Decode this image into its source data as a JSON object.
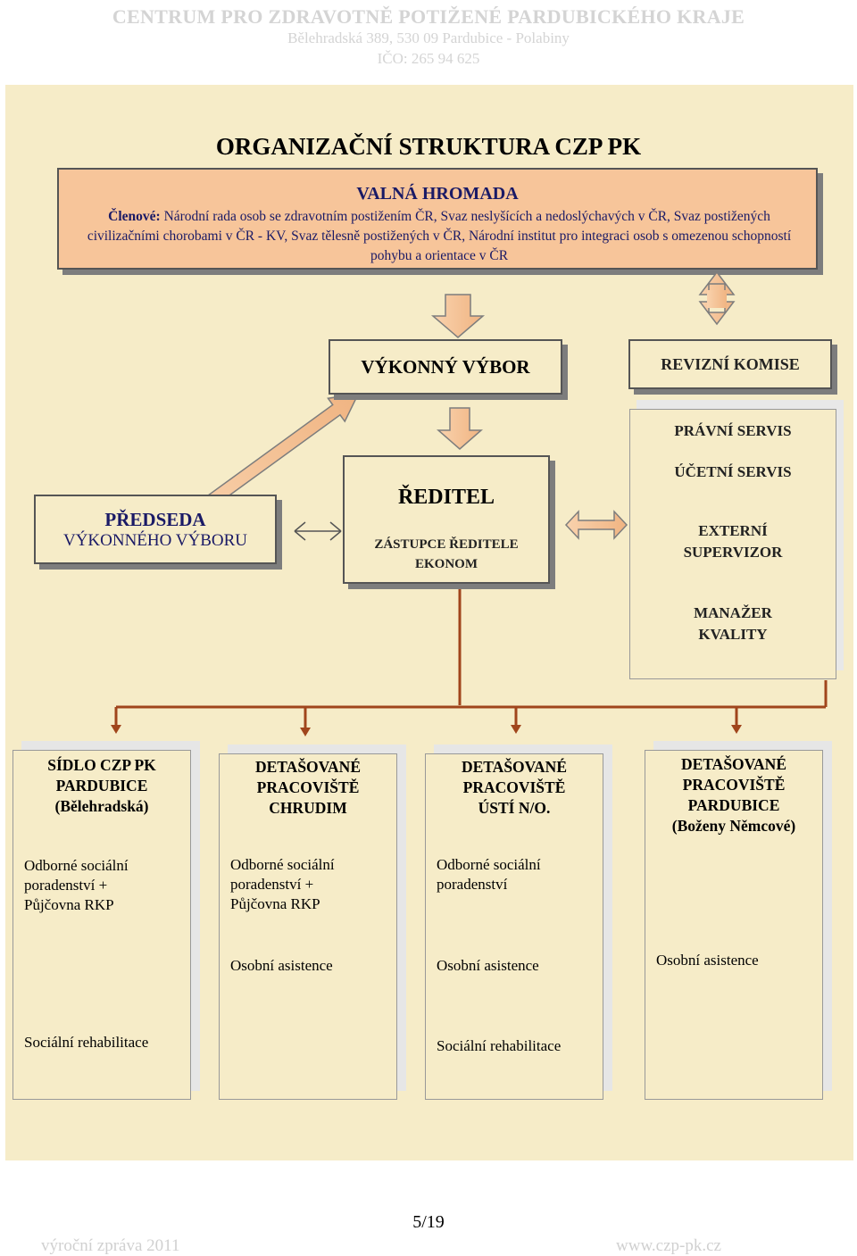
{
  "header": {
    "org": "CENTRUM PRO ZDRAVOTNĚ POTIŽENÉ PARDUBICKÉHO KRAJE",
    "address": "Bělehradská 389, 530 09 Pardubice - Polabiny",
    "ico": "IČO: 265 94 625"
  },
  "title": "ORGANIZAČNÍ STRUKTURA CZP PK",
  "valna_hromada": {
    "title": "VALNÁ HROMADA",
    "members_label": "Členové:",
    "members_text": "Národní rada osob se zdravotním postižením ČR, Svaz neslyšících a nedoslýchavých v ČR, Svaz postižených civilizačními chorobami v ČR - KV, Svaz tělesně postižených v ČR, Národní institut pro integraci osob s omezenou schopností pohybu a orientace v ČR"
  },
  "vykonny_vybor": "VÝKONNÝ VÝBOR",
  "revizni_komise": "REVIZNÍ KOMISE",
  "predseda": {
    "line1": "PŘEDSEDA",
    "line2": "VÝKONNÉHO VÝBORU"
  },
  "reditel": {
    "title": "ŘEDITEL",
    "sub1": "ZÁSTUPCE ŘEDITELE",
    "sub2": "EKONOM"
  },
  "services": {
    "pravni": "PRÁVNÍ SERVIS",
    "ucetni": "ÚČETNÍ SERVIS",
    "externi1": "EXTERNÍ",
    "externi2": "SUPERVIZOR",
    "manazer1": "MANAŽER",
    "manazer2": "KVALITY"
  },
  "branches": [
    {
      "h1": "SÍDLO  CZP PK",
      "h2": "PARDUBICE",
      "h3": "(Bělehradská)",
      "h4": "",
      "s1": [
        "Odborné sociální",
        "poradenství +",
        "Půjčovna RKP"
      ],
      "s2": "",
      "s3": "Sociální rehabilitace"
    },
    {
      "h1": "DETAŠOVANÉ",
      "h2": "PRACOVIŠTĚ",
      "h3": "CHRUDIM",
      "h4": "",
      "s1": [
        "Odborné sociální",
        "poradenství +",
        "Půjčovna RKP"
      ],
      "s2": "Osobní asistence",
      "s3": ""
    },
    {
      "h1": "DETAŠOVANÉ",
      "h2": "PRACOVIŠTĚ",
      "h3": "ÚSTÍ N/O.",
      "h4": "",
      "s1": [
        "Odborné sociální",
        "poradenství",
        ""
      ],
      "s2": "Osobní asistence",
      "s3": "Sociální rehabilitace"
    },
    {
      "h1": "DETAŠOVANÉ",
      "h2": "PRACOVIŠTĚ",
      "h3": "PARDUBICE",
      "h4": "(Boženy Němcové)",
      "s1": [
        "",
        "",
        ""
      ],
      "s2": "Osobní asistence",
      "s3": ""
    }
  ],
  "page": "5/19",
  "footer": {
    "left": "výroční zpráva 2011",
    "right": "www.czp-pk.cz"
  },
  "colors": {
    "arrow": "#f7c59a",
    "line": "#a0451c",
    "background": "#f6ecc8"
  }
}
